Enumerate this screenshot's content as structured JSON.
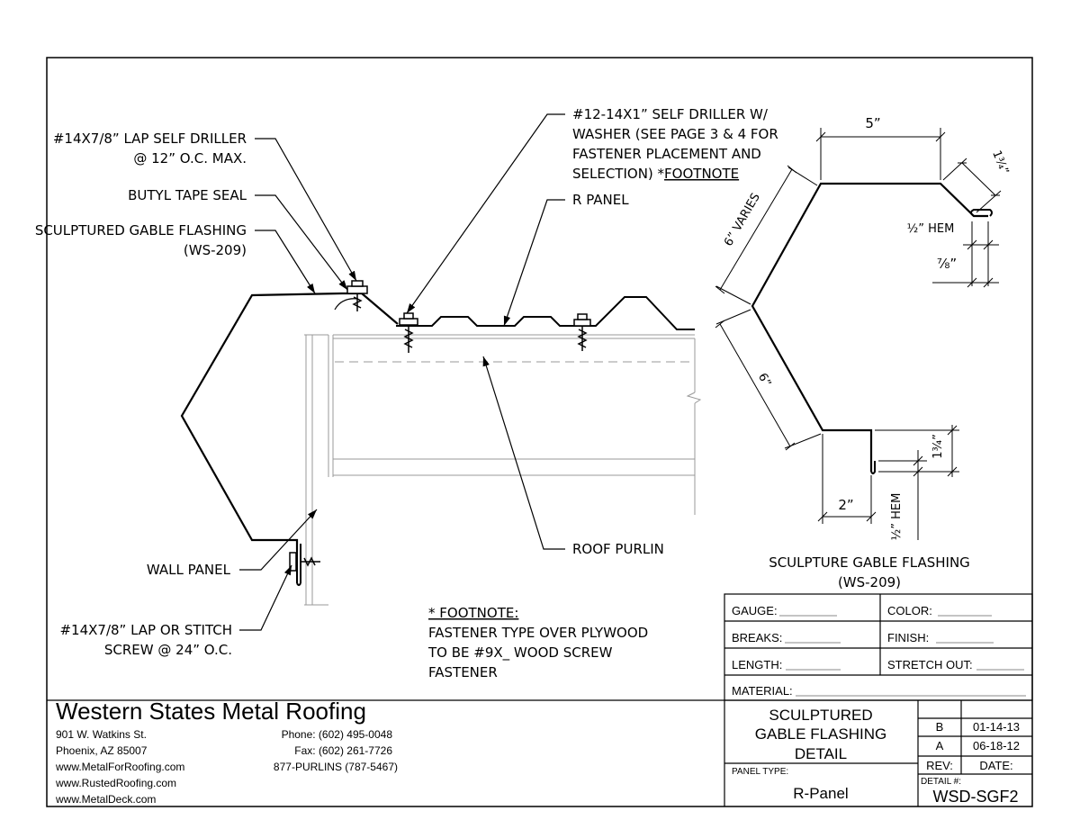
{
  "callouts": {
    "lap_driller_1": "#14X7/8” LAP SELF DRILLER",
    "lap_driller_2": "@ 12” O.C. MAX.",
    "butyl": "BUTYL TAPE SEAL",
    "gable_1": "SCULPTURED GABLE FLASHING",
    "gable_2": "(WS-209)",
    "self_driller_1": "#12-14X1” SELF DRILLER W/",
    "self_driller_2": "WASHER (SEE PAGE 3 & 4 FOR",
    "self_driller_3": "FASTENER PLACEMENT AND",
    "self_driller_4": "SELECTION) *",
    "self_driller_4u": "FOOTNOTE",
    "r_panel": "R PANEL",
    "roof_purlin": "ROOF PURLIN",
    "wall_panel": "WALL PANEL",
    "stitch_1": "#14X7/8” LAP OR STITCH",
    "stitch_2": "SCREW @ 24” O.C."
  },
  "footnote": {
    "title": "* FOOTNOTE:",
    "line1": "FASTENER TYPE OVER PLYWOOD",
    "line2": "TO BE #9X_ WOOD SCREW",
    "line3": "FASTENER"
  },
  "profile": {
    "dim_top": "5”",
    "dim_top_right": "1¾”",
    "dim_upper_slope": "6” VARIES",
    "dim_hem_top": "½” HEM",
    "dim_hem_seven_eighths": "⅞”",
    "dim_lower_slope": "6”",
    "dim_bottom_right": "1¾”",
    "dim_bottom": "2”",
    "dim_hem_bottom": "½” HEM",
    "title_1": "SCULPTURE GABLE FLASHING",
    "title_2": "(WS-209)"
  },
  "spec_table": {
    "gauge": "GAUGE:",
    "color": "COLOR:",
    "breaks": "BREAKS:",
    "finish": "FINISH:",
    "length": "LENGTH:",
    "stretch_out": "STRETCH OUT:",
    "material": "MATERIAL:"
  },
  "company": {
    "name": "Western States Metal Roofing",
    "address_1": "901 W. Watkins St.",
    "address_2": "Phoenix, AZ 85007",
    "web_1": "www.MetalForRoofing.com",
    "web_2": "www.RustedRoofing.com",
    "web_3": "www.MetalDeck.com",
    "phone": "Phone: (602) 495-0048",
    "fax": "Fax: (602) 261-7726",
    "tollfree": "877-PURLINS (787-5467)"
  },
  "title_block": {
    "title_1": "SCULPTURED",
    "title_2": "GABLE FLASHING",
    "title_3": "DETAIL",
    "panel_type_label": "PANEL TYPE:",
    "panel_type": "R-Panel",
    "rev_b": "B",
    "date_b": "01-14-13",
    "rev_a": "A",
    "date_a": "06-18-12",
    "rev_label": "REV:",
    "date_label": "DATE:",
    "detail_label": "DETAIL #:",
    "detail_no": "WSD-SGF2"
  }
}
